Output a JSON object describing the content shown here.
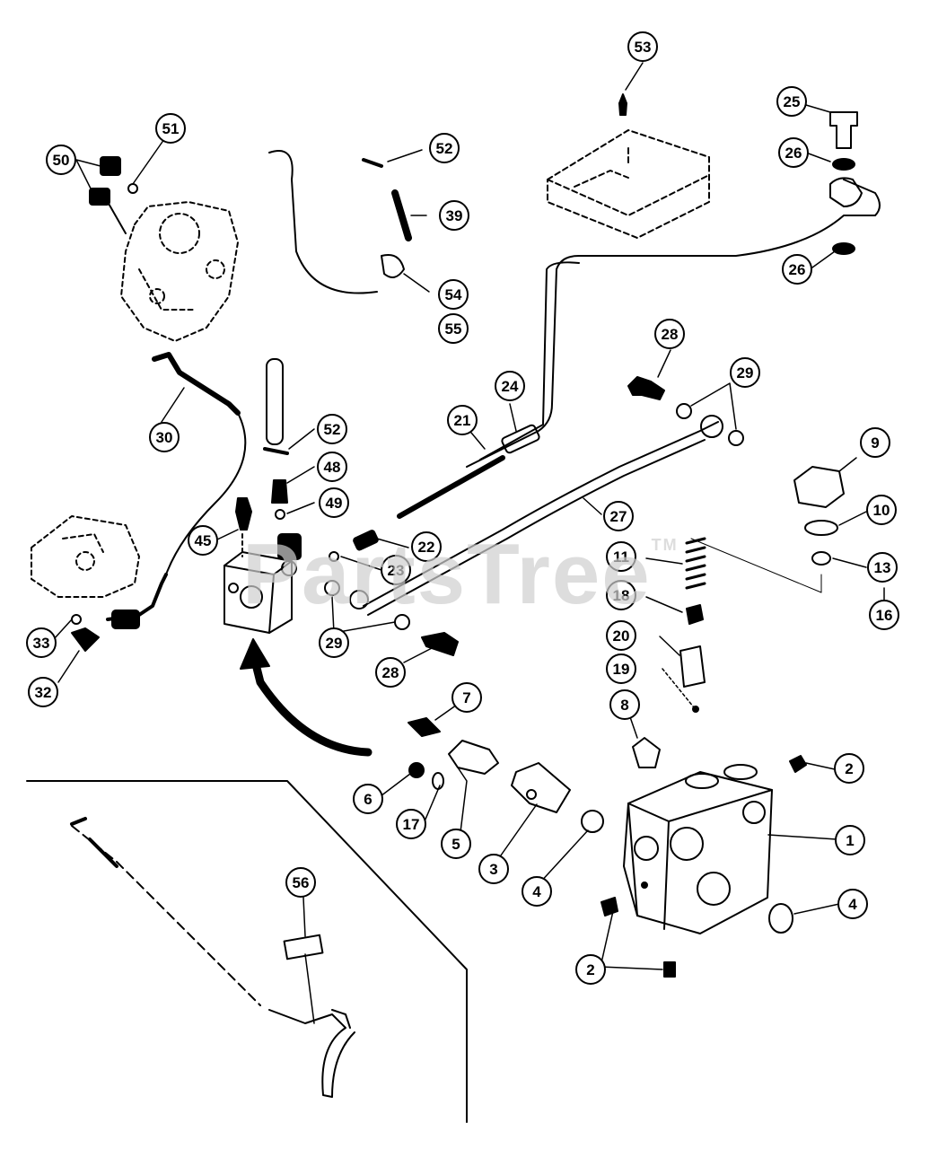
{
  "watermark": {
    "text": "PartsTree",
    "mark": "TM"
  },
  "callouts": [
    {
      "id": "c53",
      "label": "53"
    },
    {
      "id": "c25",
      "label": "25"
    },
    {
      "id": "c26a",
      "label": "26"
    },
    {
      "id": "c26b",
      "label": "26"
    },
    {
      "id": "c50",
      "label": "50"
    },
    {
      "id": "c51",
      "label": "51"
    },
    {
      "id": "c52a",
      "label": "52"
    },
    {
      "id": "c39",
      "label": "39"
    },
    {
      "id": "c54",
      "label": "54"
    },
    {
      "id": "c55",
      "label": "55"
    },
    {
      "id": "c30",
      "label": "30"
    },
    {
      "id": "c52b",
      "label": "52"
    },
    {
      "id": "c48",
      "label": "48"
    },
    {
      "id": "c49",
      "label": "49"
    },
    {
      "id": "c45",
      "label": "45"
    },
    {
      "id": "c24",
      "label": "24"
    },
    {
      "id": "c21",
      "label": "21"
    },
    {
      "id": "c28a",
      "label": "28"
    },
    {
      "id": "c29a",
      "label": "29"
    },
    {
      "id": "c22",
      "label": "22"
    },
    {
      "id": "c23",
      "label": "23"
    },
    {
      "id": "c27",
      "label": "27"
    },
    {
      "id": "c9",
      "label": "9"
    },
    {
      "id": "c10",
      "label": "10"
    },
    {
      "id": "c11",
      "label": "11"
    },
    {
      "id": "c13",
      "label": "13"
    },
    {
      "id": "c16",
      "label": "16"
    },
    {
      "id": "c18",
      "label": "18"
    },
    {
      "id": "c29b",
      "label": "29"
    },
    {
      "id": "c28b",
      "label": "28"
    },
    {
      "id": "c33",
      "label": "33"
    },
    {
      "id": "c32",
      "label": "32"
    },
    {
      "id": "c20",
      "label": "20"
    },
    {
      "id": "c19",
      "label": "19"
    },
    {
      "id": "c7",
      "label": "7"
    },
    {
      "id": "c8",
      "label": "8"
    },
    {
      "id": "c2a",
      "label": "2"
    },
    {
      "id": "c6",
      "label": "6"
    },
    {
      "id": "c17",
      "label": "17"
    },
    {
      "id": "c5",
      "label": "5"
    },
    {
      "id": "c3",
      "label": "3"
    },
    {
      "id": "c4a",
      "label": "4"
    },
    {
      "id": "c1",
      "label": "1"
    },
    {
      "id": "c4b",
      "label": "4"
    },
    {
      "id": "c56",
      "label": "56"
    },
    {
      "id": "c2b",
      "label": "2"
    }
  ]
}
